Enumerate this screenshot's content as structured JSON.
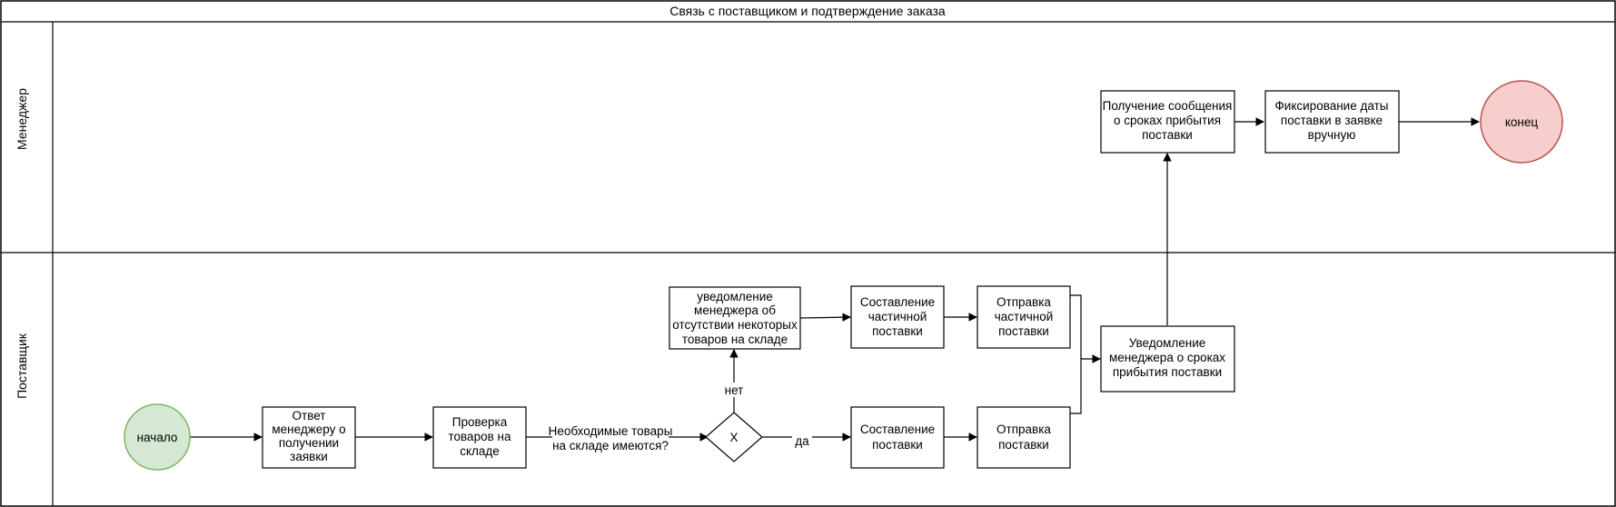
{
  "diagram": {
    "title": "Связь с поставщиком и подтверждение заказа",
    "lanes": {
      "manager": "Менеджер",
      "supplier": "Поставщик"
    },
    "nodes": {
      "start": "начало",
      "end": "конец",
      "reply": [
        "Ответ",
        "менеджеру о",
        "получении",
        "заявки"
      ],
      "check": [
        "Проверка",
        "товаров на",
        "складе"
      ],
      "gateway": "X",
      "notify_absent": [
        "уведомление",
        "менеджера об",
        "отсутствии некоторых",
        "товаров на складе"
      ],
      "compose_partial": [
        "Составление",
        "частичной",
        "поставки"
      ],
      "send_partial": [
        "Отправка",
        "частичной",
        "поставки"
      ],
      "compose": [
        "Составление",
        "поставки"
      ],
      "send": [
        "Отправка",
        "поставки"
      ],
      "notify_terms": [
        "Уведомление",
        "менеджера о сроках",
        "прибытия поставки"
      ],
      "receive_terms": [
        "Получение сообщения",
        "о сроках прибытия",
        "поставки"
      ],
      "fix_date": [
        "Фиксирование даты",
        "поставки в заявке",
        "вручную"
      ]
    },
    "edge_labels": {
      "question": [
        "Необходимые товары",
        "на складе имеются?"
      ],
      "no": "нет",
      "yes": "да"
    },
    "colors": {
      "start_fill": "#d5e8d4",
      "start_stroke": "#82b366",
      "end_fill": "#f8cecc",
      "end_stroke": "#b85450",
      "line": "#000000"
    }
  }
}
